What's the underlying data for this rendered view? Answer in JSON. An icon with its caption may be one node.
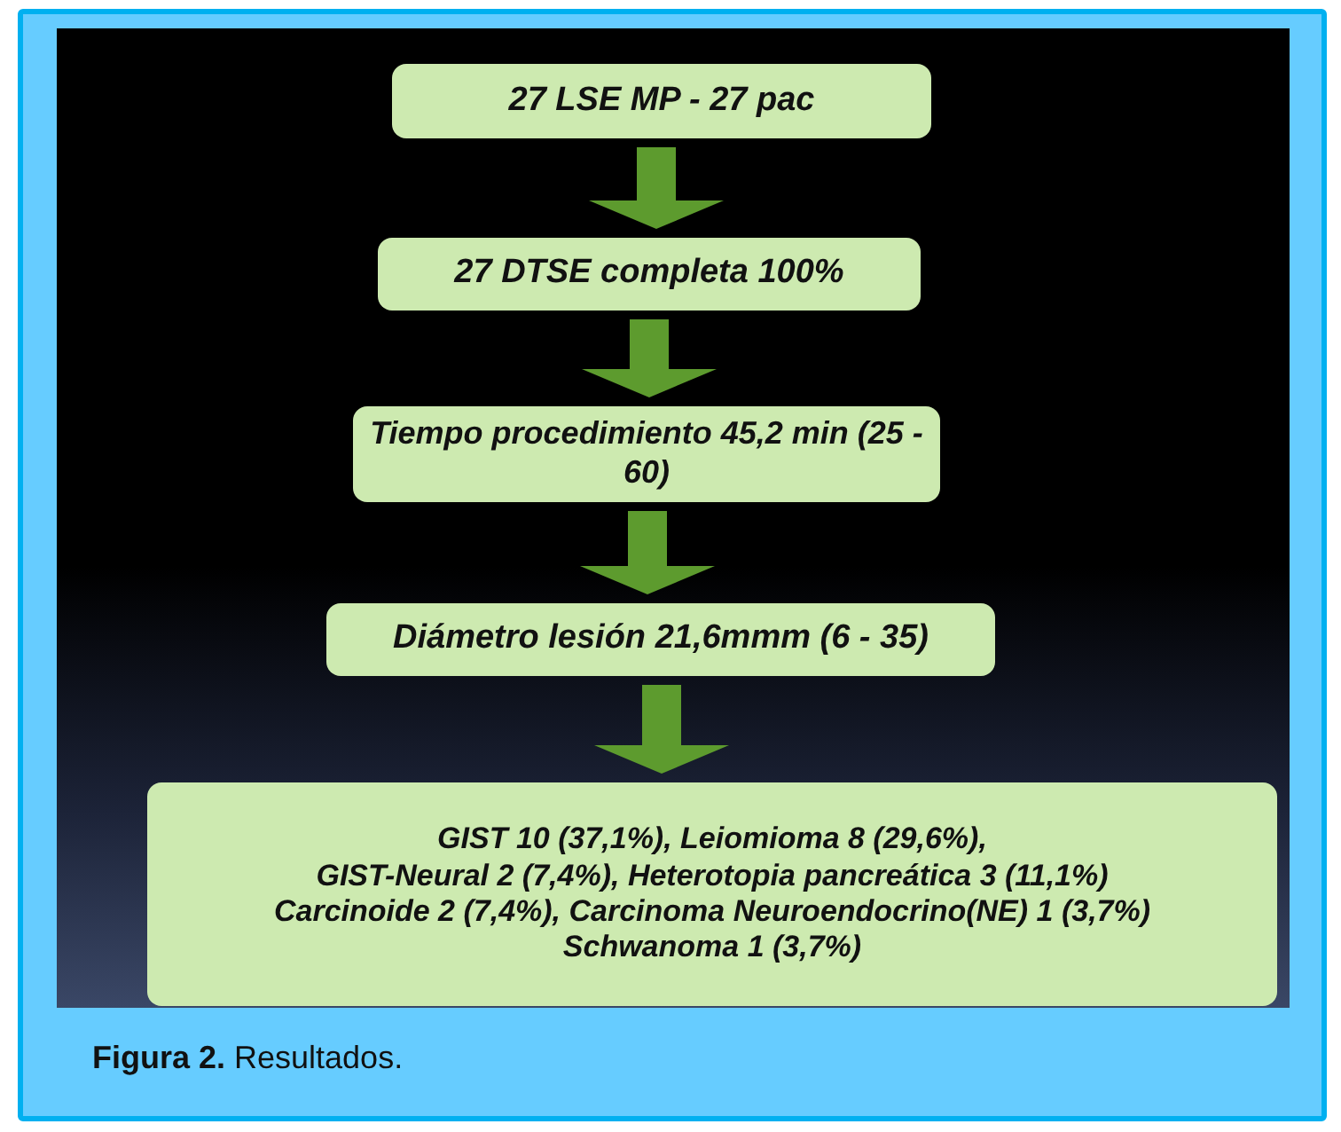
{
  "diagram": {
    "caption": "**Figura 2.** Resultados.",
    "nodes": [
      {
        "text": [
          "27 LSE MP - 27  pac"
        ]
      },
      {
        "text": [
          "27 DTSE completa 100%"
        ]
      },
      {
        "text": [
          "Tiempo procedimiento 45,2 min (25 - 60)"
        ]
      },
      {
        "text": [
          "Diámetro lesión 21,6mmm  (6 - 35)"
        ]
      },
      {
        "text": [
          "GIST 10 (37,1%), Leiomioma 8 (29,6%),",
          "GIST-Neural 2 (7,4%), Heterotopia pancreática 3 (11,1%)",
          "Carcinoide 2 (7,4%), Carcinoma Neuroendocrino(NE) 1 (3,7%)",
          "Schwanoma 1 (3,7%)"
        ]
      }
    ],
    "edges": [
      {
        "from": 0,
        "to": 1,
        "arrow": "to"
      },
      {
        "from": 1,
        "to": 2,
        "arrow": "to"
      },
      {
        "from": 2,
        "to": 3,
        "arrow": "to"
      },
      {
        "from": 3,
        "to": 4,
        "arrow": "to"
      }
    ]
  }
}
